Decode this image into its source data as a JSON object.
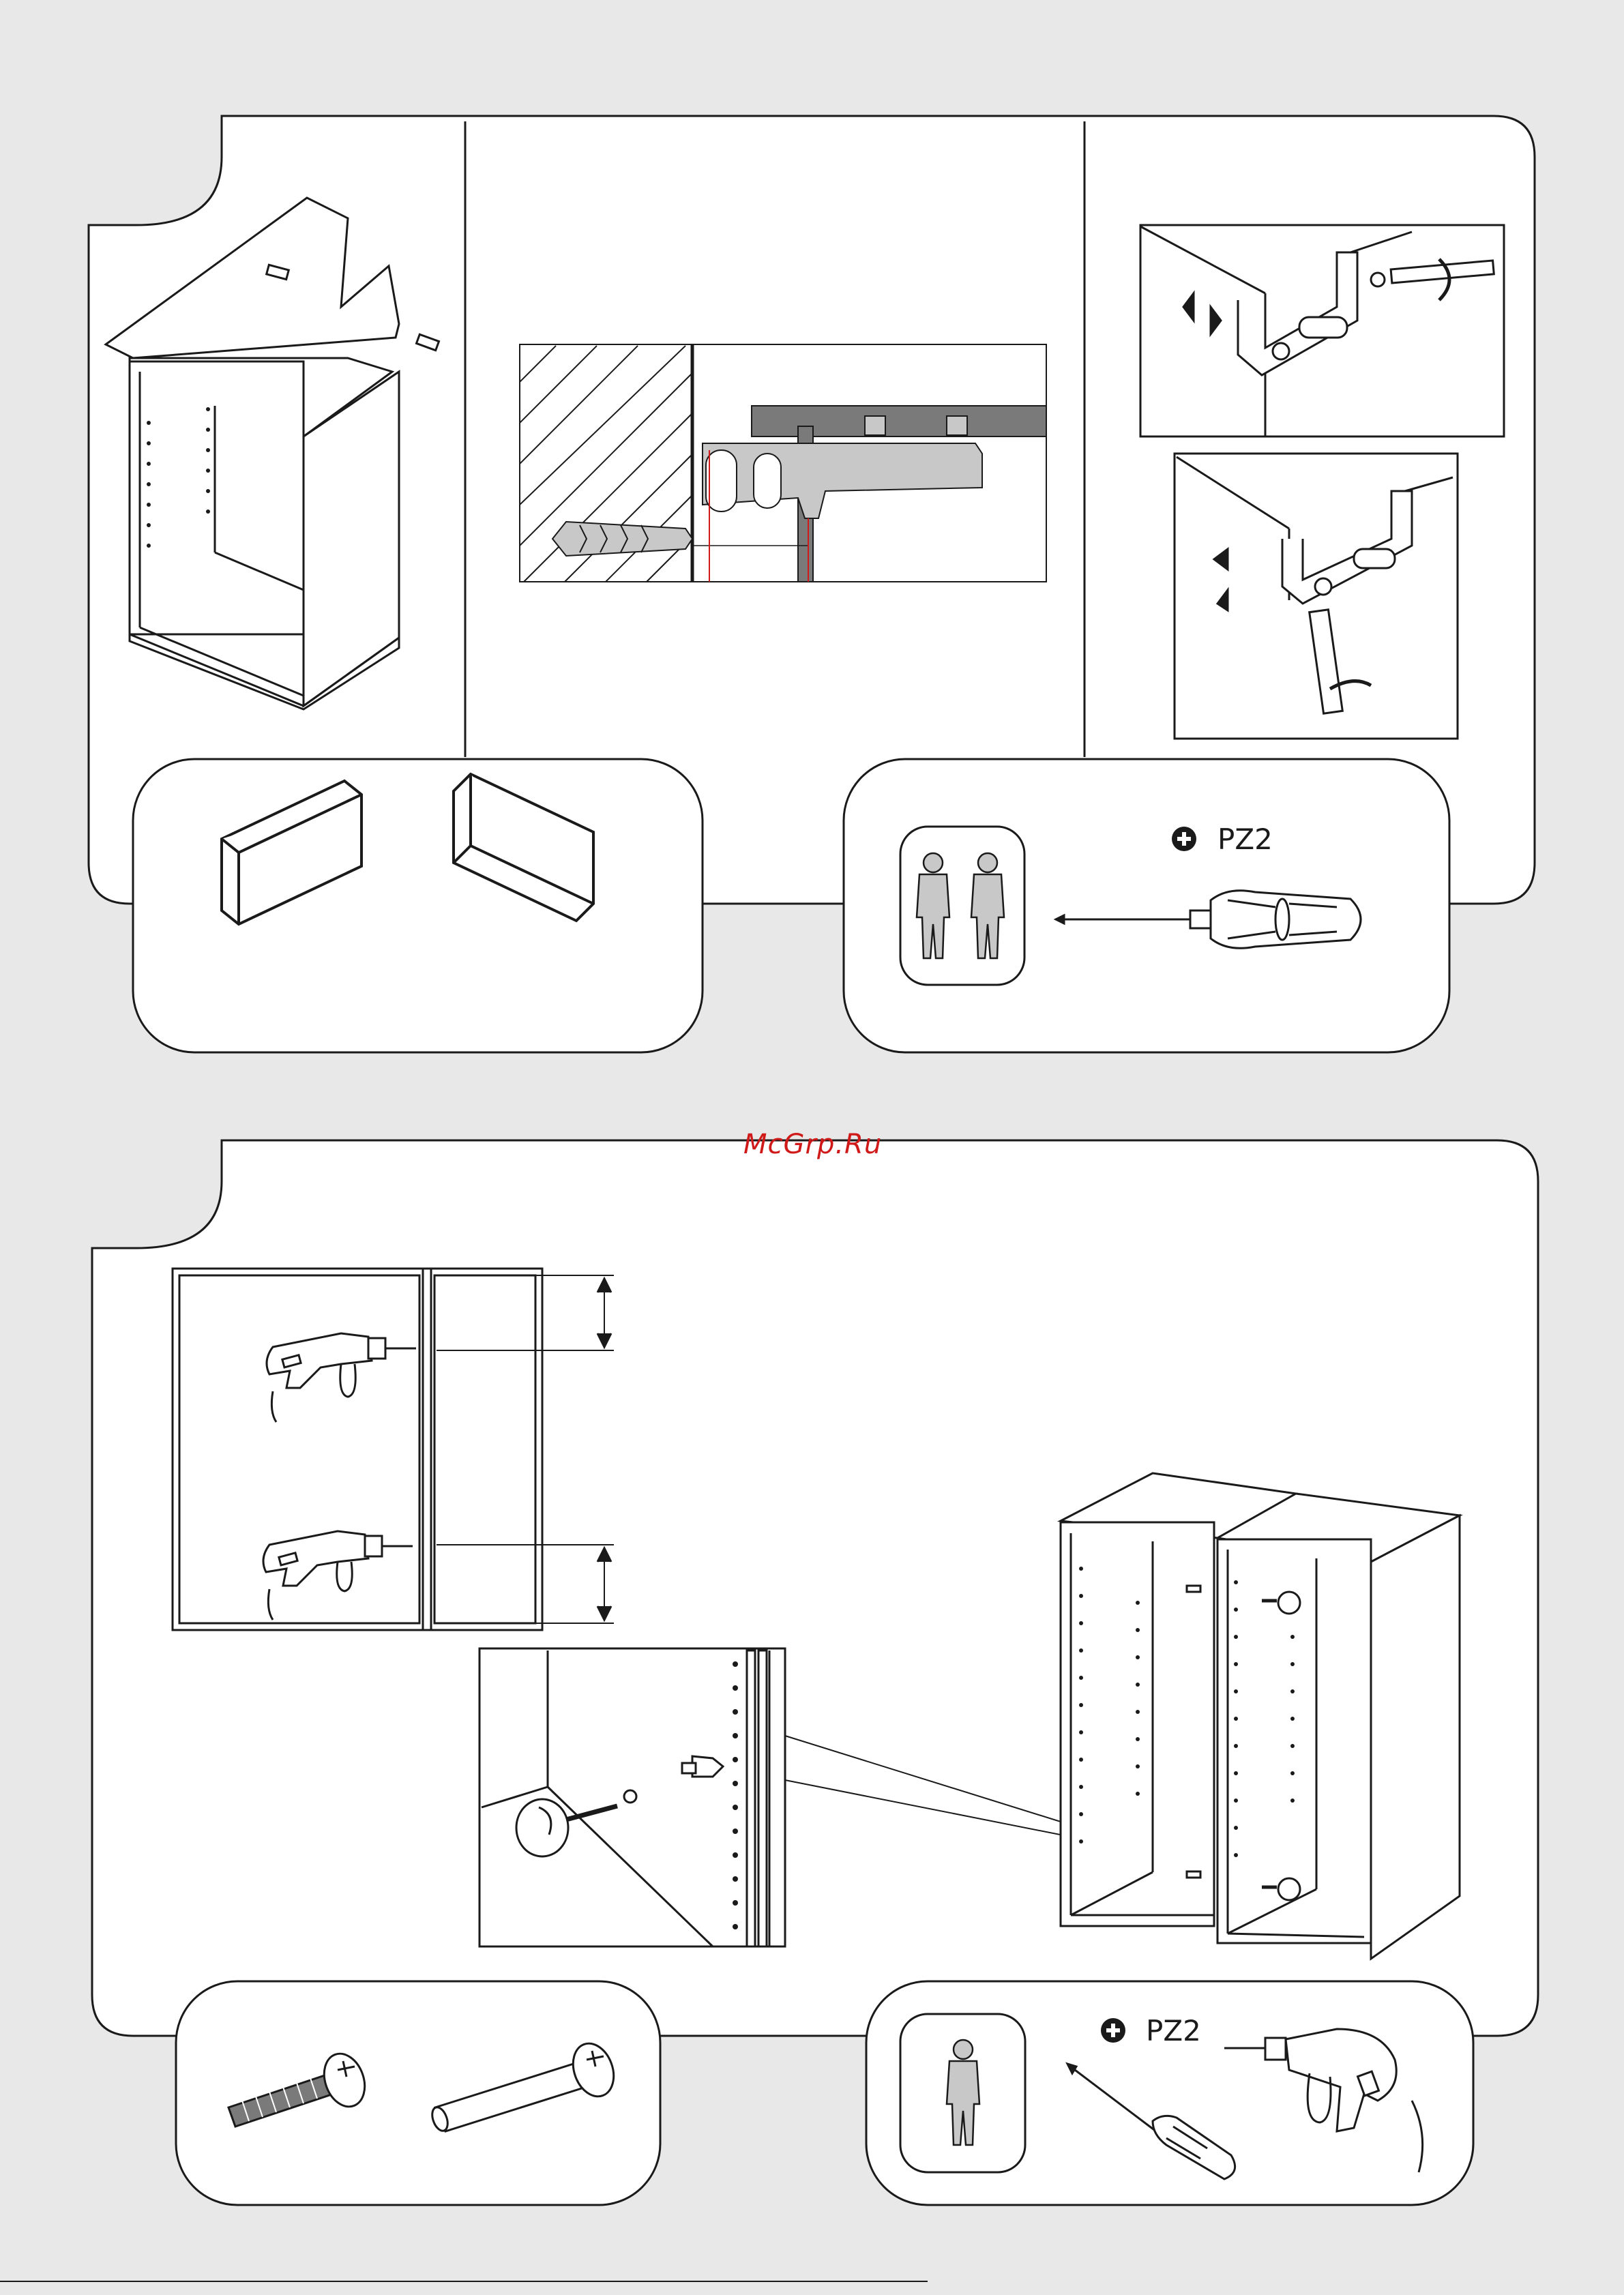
{
  "watermark": "McGrp.Ru",
  "step_a": {
    "tool_box": {
      "tool": "PZ2",
      "people_count": 2,
      "screwdriver_icon": "phillips-screwdriver-icon"
    },
    "parts_box": {
      "parts": [
        "cover-cap-left-icon",
        "cover-cap-right-icon"
      ]
    }
  },
  "step_b": {
    "tool_box": {
      "tool": "PZ2",
      "people_count": 1,
      "drill_icon": "power-drill-icon"
    },
    "parts_box": {
      "parts": [
        "connector-screw-icon",
        "connector-barrel-icon"
      ]
    }
  },
  "colors": {
    "page": "#e8e8e8",
    "panel": "#ffffff",
    "line": "#1a1a1a",
    "fill_gray": "#c8c8c8",
    "shelf_dark": "#7a7a7a",
    "watermark": "#d01a1a"
  }
}
